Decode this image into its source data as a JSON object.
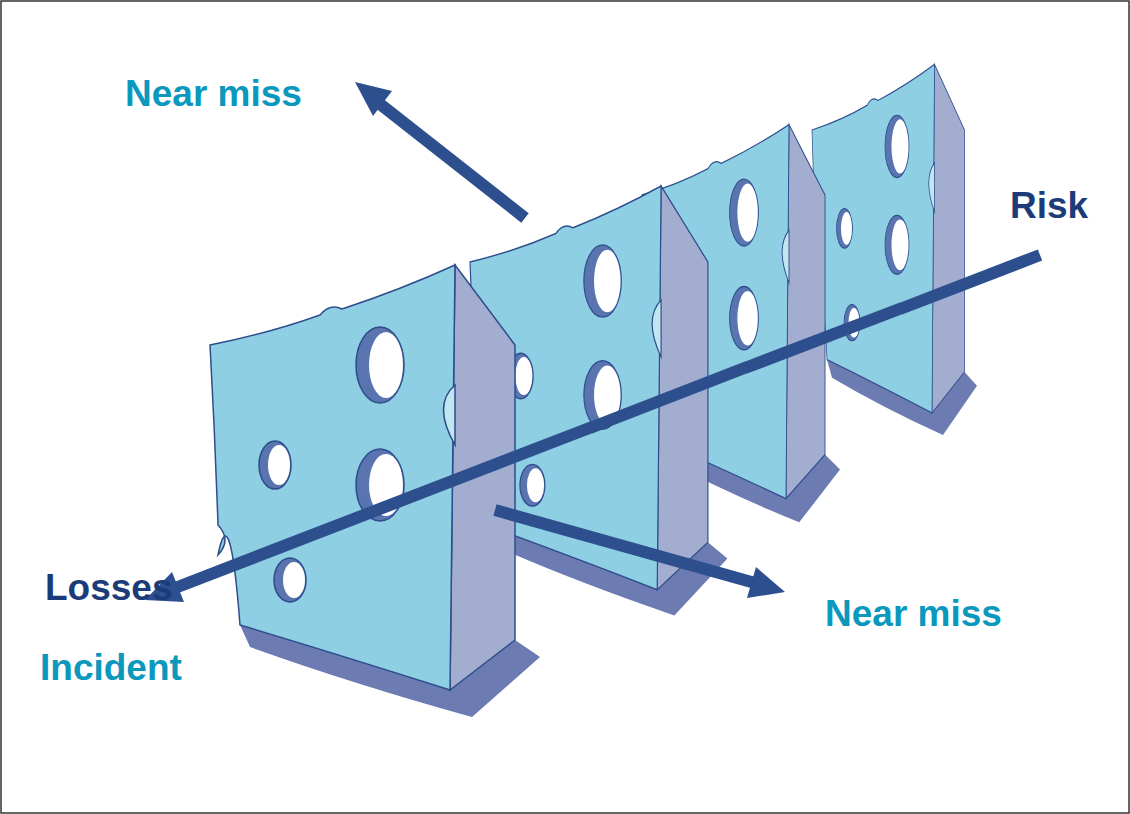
{
  "diagram": {
    "labels": [
      "Near miss",
      "Risk",
      "Losses",
      "Near miss",
      "Incident"
    ]
  }
}
